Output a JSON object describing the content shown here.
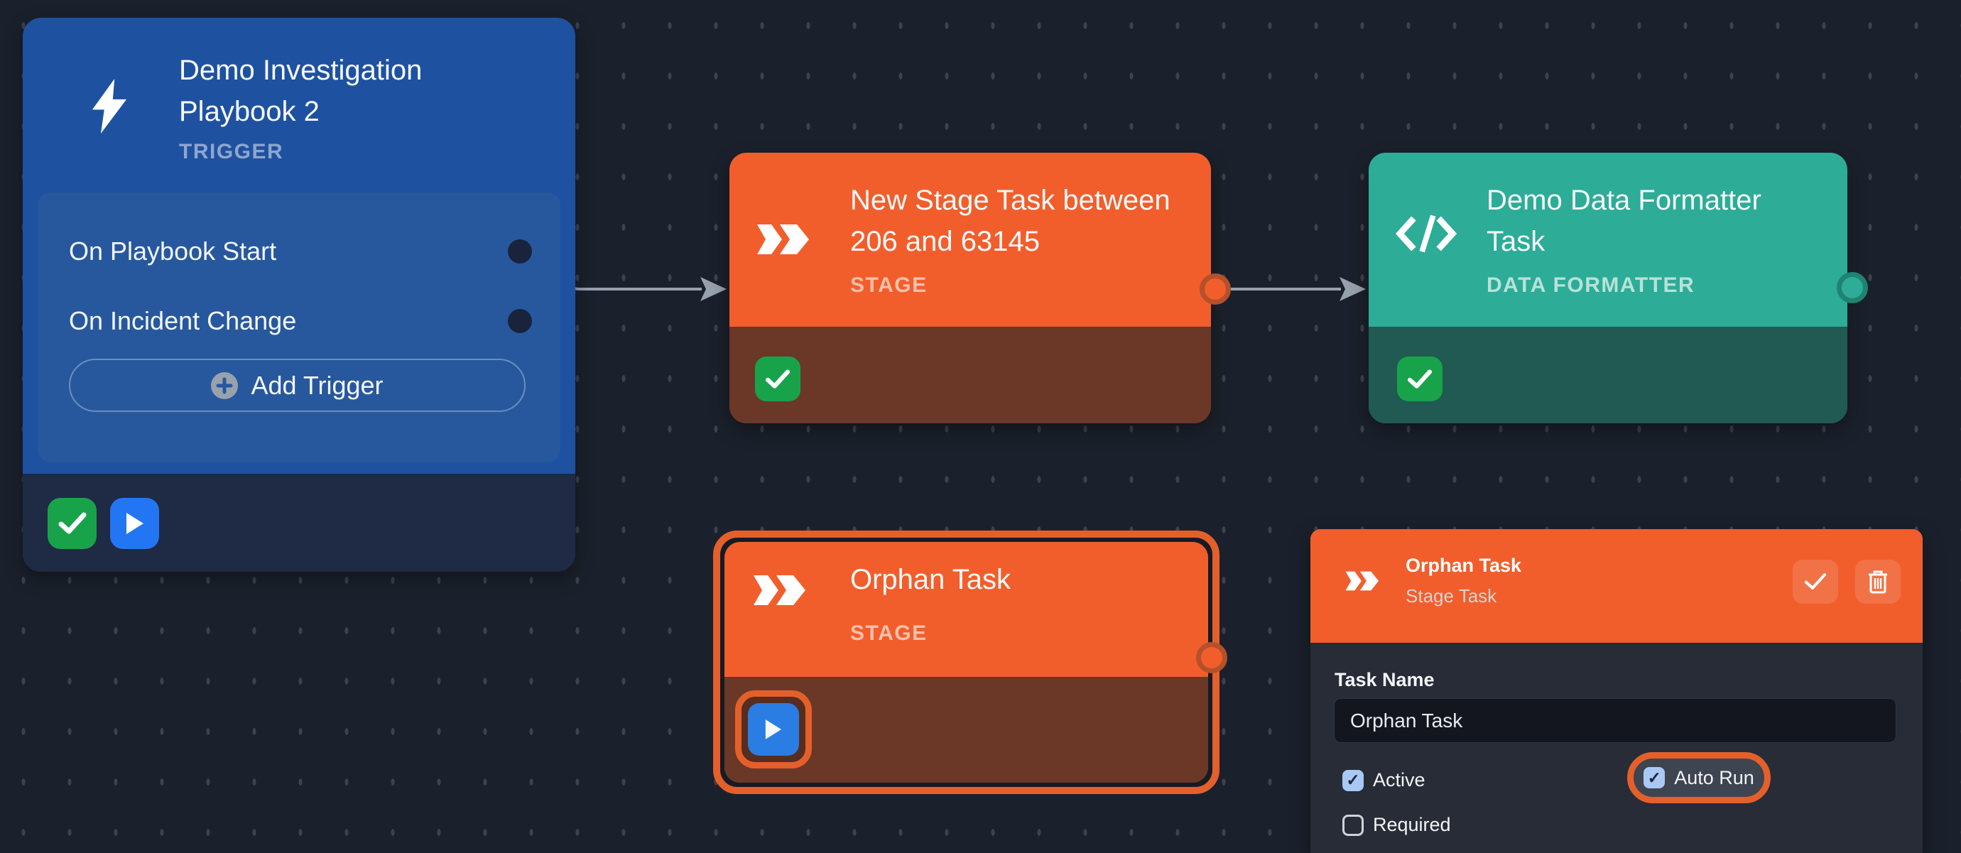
{
  "colors": {
    "canvas_bg": "#1b212c",
    "trigger_blue": "#1e52a0",
    "stage_orange": "#f15e2c",
    "formatter_teal": "#2dac97",
    "success_green": "#18a34a",
    "run_blue": "#2276f3",
    "selection_highlight": "#e4602b"
  },
  "trigger_node": {
    "title": "Demo Investigation Playbook 2",
    "type_label": "TRIGGER",
    "triggers": [
      {
        "label": "On Playbook Start"
      },
      {
        "label": "On Incident Change"
      }
    ],
    "add_trigger_label": "Add Trigger"
  },
  "stage_node": {
    "title": "New Stage Task between 206 and 63145",
    "type_label": "STAGE"
  },
  "formatter_node": {
    "title": "Demo Data Formatter Task",
    "type_label": "DATA FORMATTER"
  },
  "orphan_node": {
    "title": "Orphan Task",
    "type_label": "STAGE"
  },
  "detail_panel": {
    "title": "Orphan Task",
    "subtitle": "Stage Task",
    "task_name_label": "Task Name",
    "task_name_value": "Orphan Task",
    "checkboxes": [
      {
        "label": "Active",
        "checked": true,
        "highlighted": false
      },
      {
        "label": "Auto Run",
        "checked": true,
        "highlighted": true
      },
      {
        "label": "Required",
        "checked": false,
        "highlighted": false
      }
    ]
  }
}
